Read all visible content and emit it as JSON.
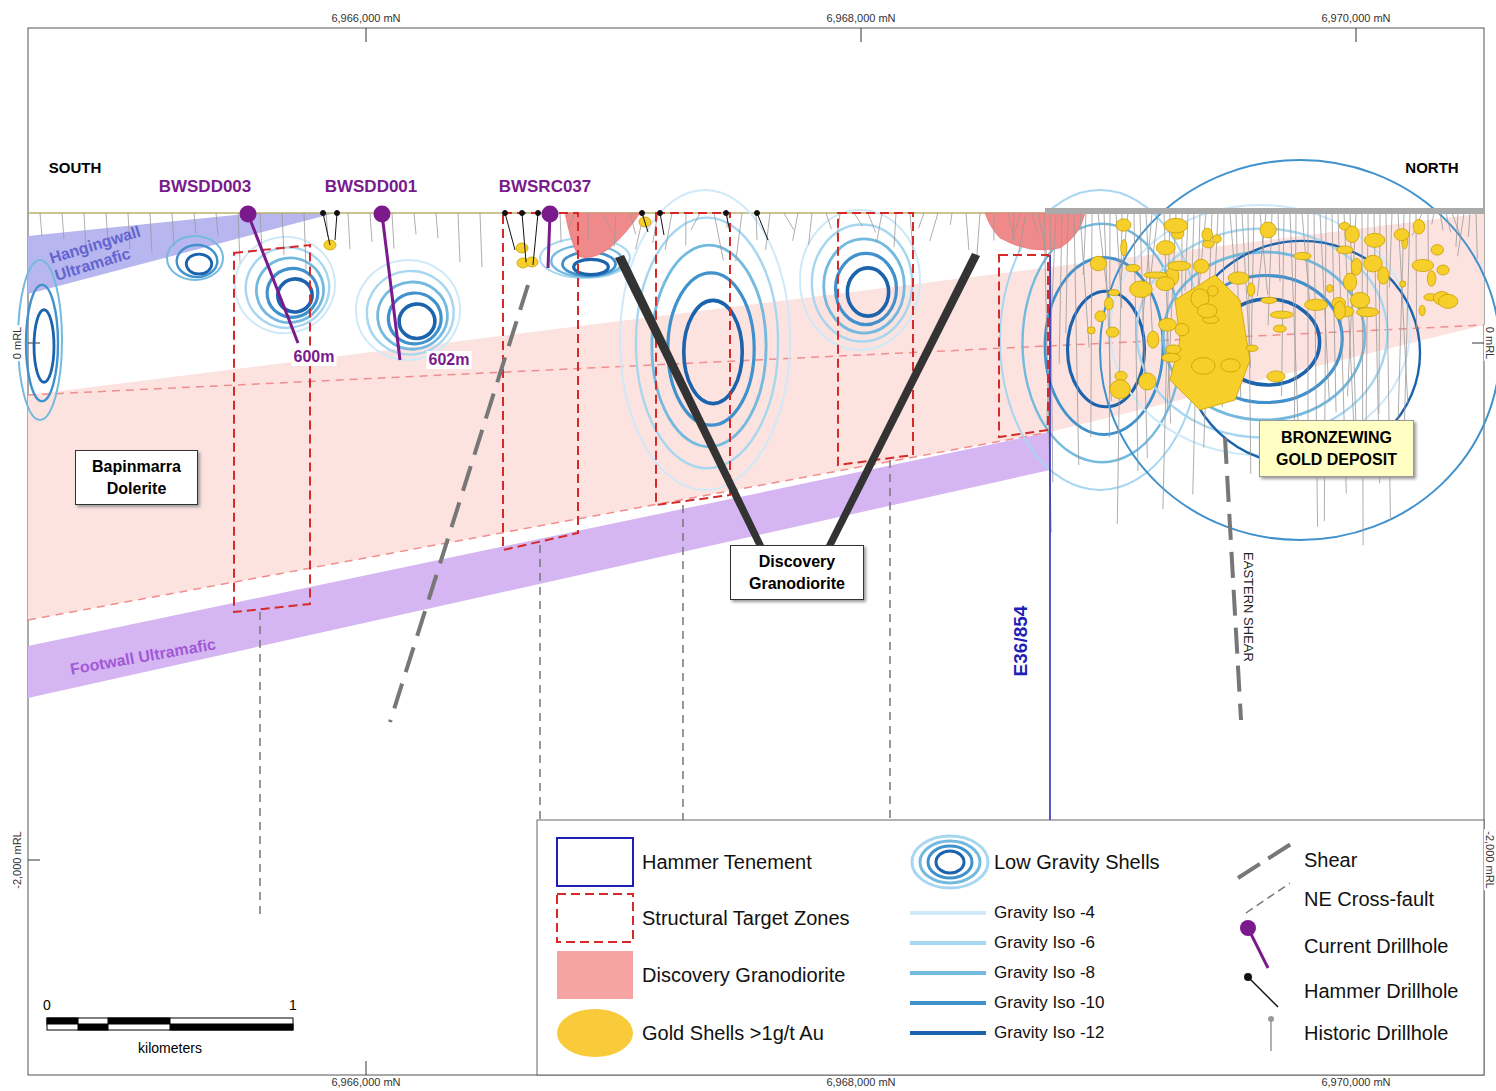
{
  "diagram": {
    "nodes": [
      {
        "text": [
          "Hangingwall Ultramafic"
        ]
      },
      {
        "text": [
          "Bapinmarra Dolerite"
        ]
      },
      {
        "text": [
          "Discovery Granodiorite"
        ]
      },
      {
        "text": [
          "Footwall Ultramafic"
        ]
      },
      {
        "text": [
          "BRONZEWING GOLD DEPOSIT"
        ]
      }
    ],
    "labels": [
      "6,966,000 mN",
      "6,968,000 mN",
      "6,970,000 mN",
      "SOUTH",
      "NORTH",
      "BWSDD003",
      "BWSDD001",
      "BWSRC037",
      "600m",
      "602m",
      "0 mRL",
      "0 mRL",
      "E36/854",
      "EASTERN SHEAR",
      "-2,000 mRL",
      "-2,000 mRL",
      "0",
      "1",
      "kilometers",
      "6,966,000 mN",
      "6,968,000 mN",
      "6,970,000 mN"
    ],
    "legend": [
      {
        "text": "Hammer Tenement"
      },
      {
        "text": "Structural Target Zones"
      },
      {
        "text": "Discovery Granodiorite",
        "color": "#f6a3a3"
      },
      {
        "text": "Gold Shells >1g/t Au",
        "color": "#f9cb3a"
      },
      {
        "text": "Low Gravity Shells"
      },
      {
        "text": "Gravity Iso -4"
      },
      {
        "text": "Gravity Iso -6"
      },
      {
        "text": "Gravity Iso -8"
      },
      {
        "text": "Gravity Iso -10"
      },
      {
        "text": "Gravity Iso -12"
      },
      {
        "text": "Shear"
      },
      {
        "text": "NE Cross-fault"
      },
      {
        "text": "Current Drillhole"
      },
      {
        "text": "Hammer Drillhole"
      },
      {
        "text": "Historic Drillhole"
      }
    ]
  }
}
